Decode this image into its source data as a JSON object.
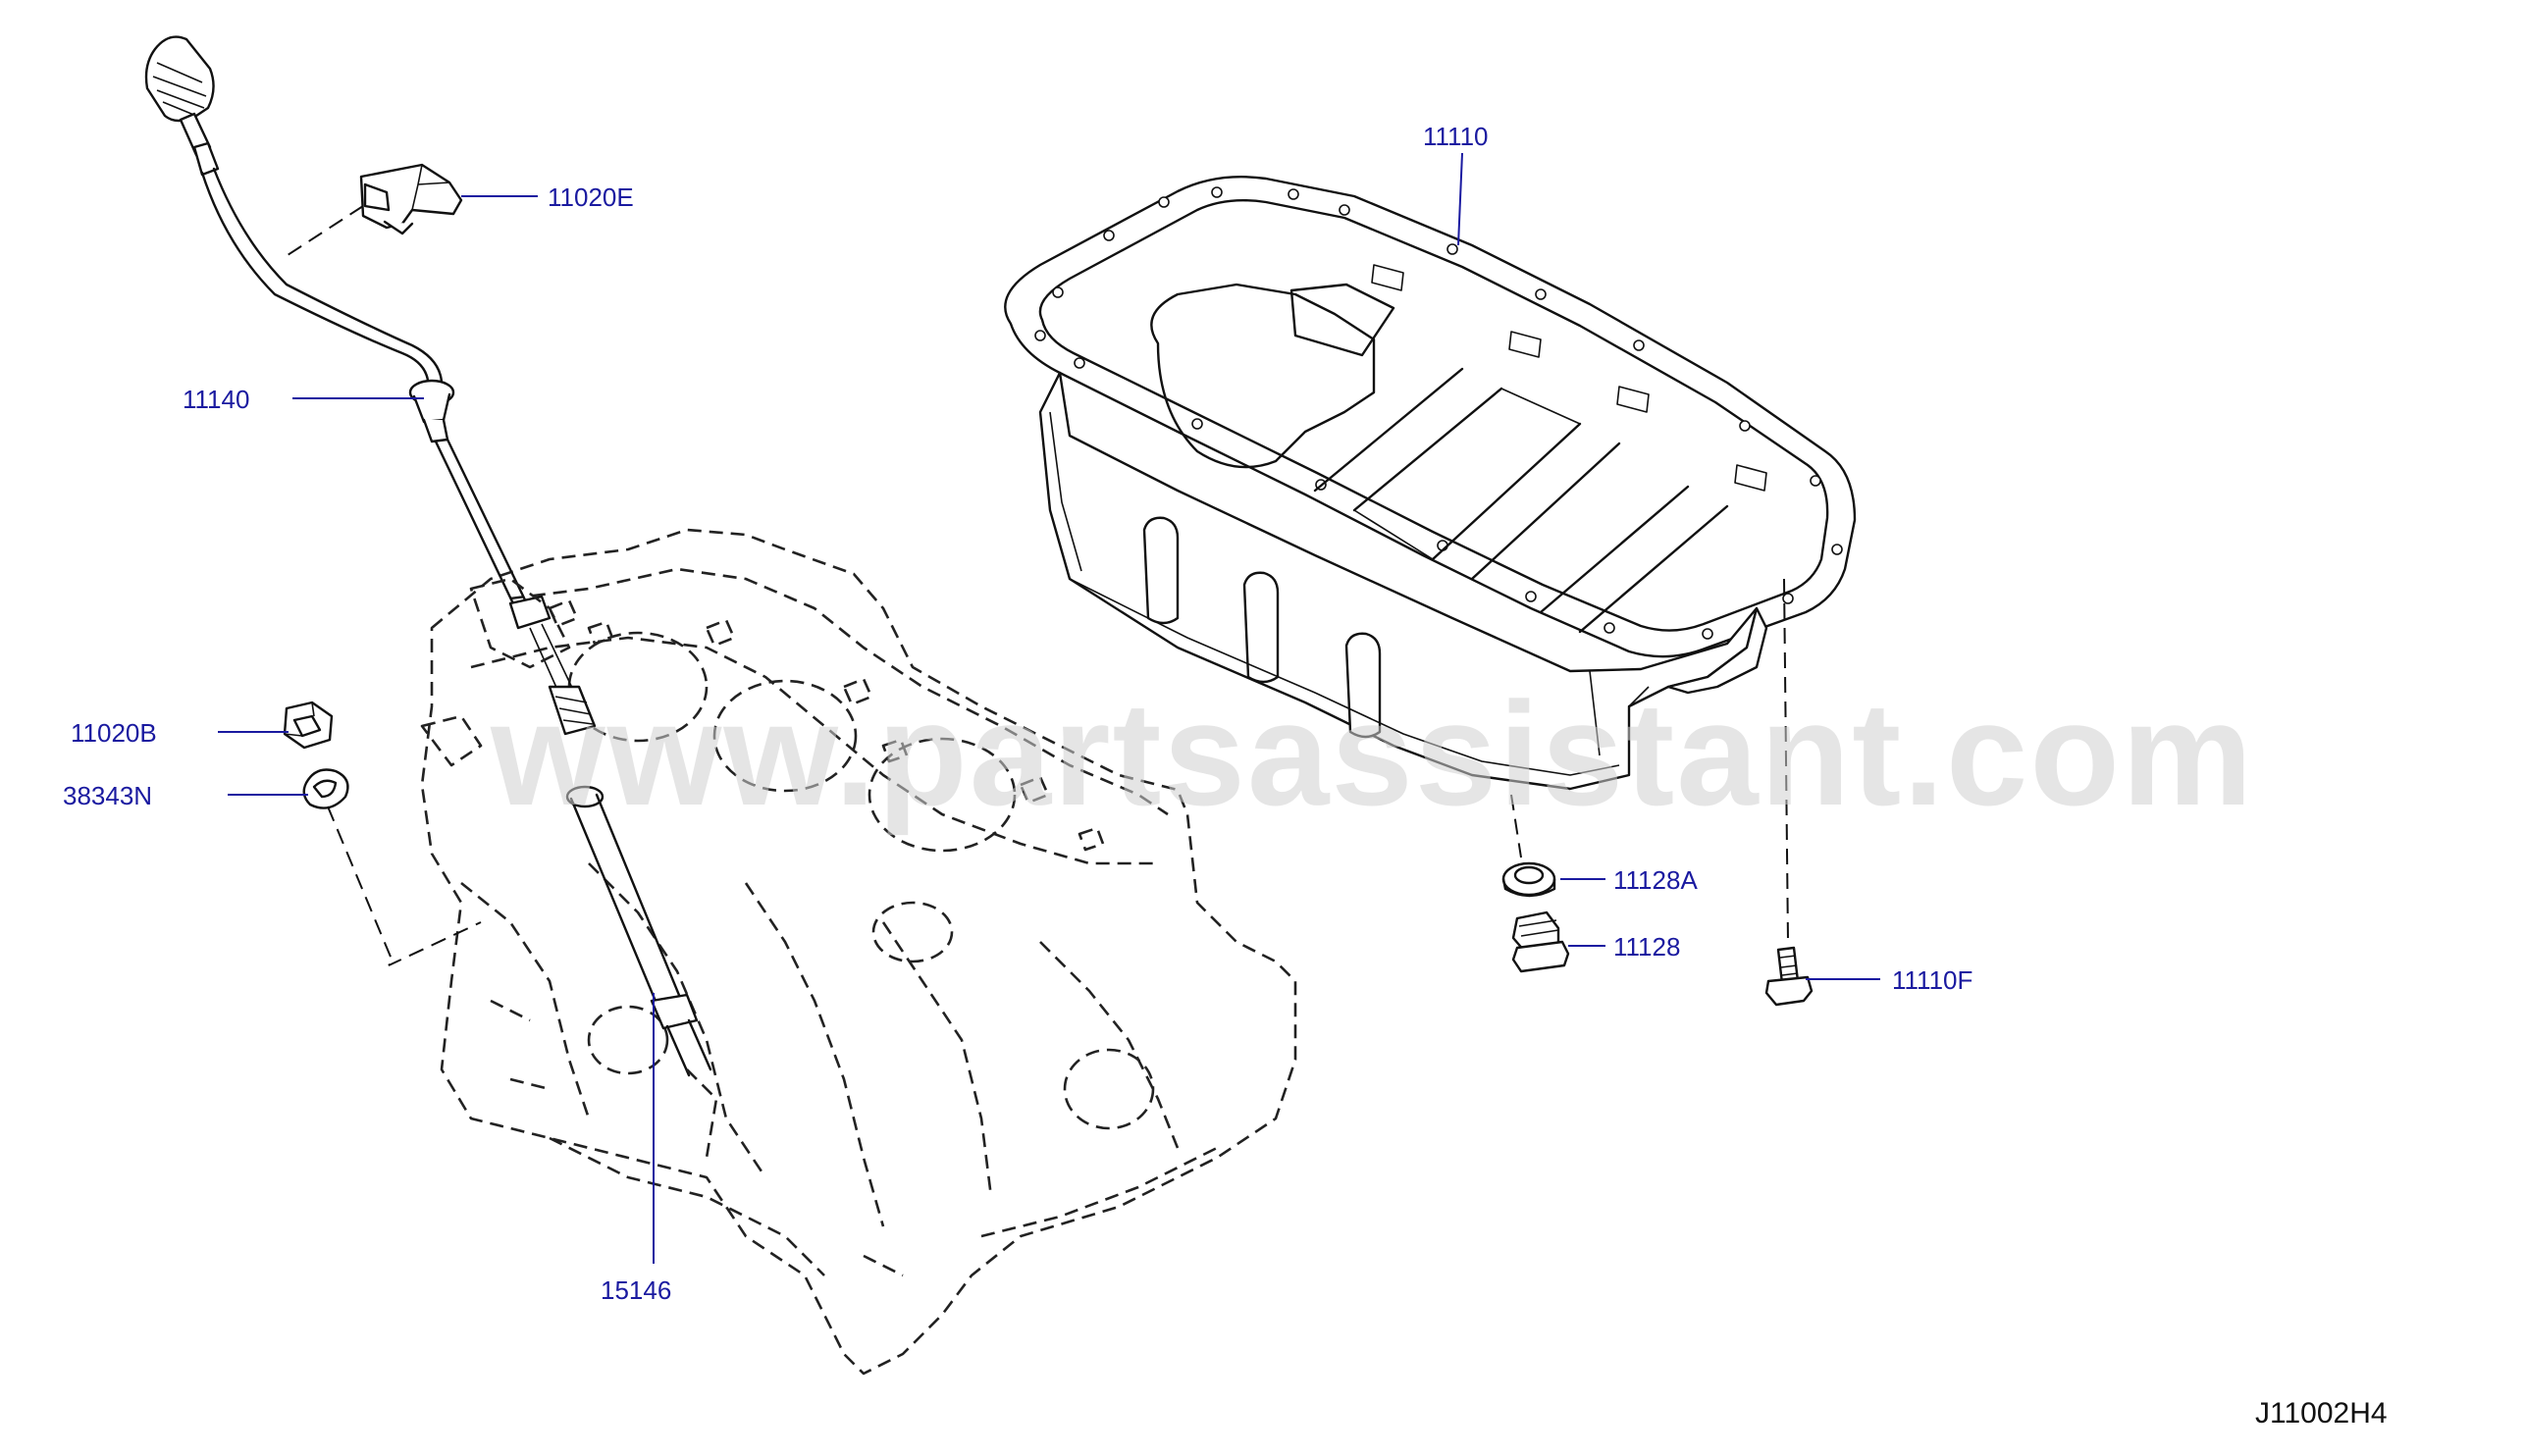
{
  "watermark": "www.partsassistant.com",
  "diagram_code": "J11002H4",
  "parts": {
    "p11020E": "11020E",
    "p11140": "11140",
    "p11020B": "11020B",
    "p38343N": "38343N",
    "p15146": "15146",
    "p11110": "11110",
    "p11128A": "11128A",
    "p11128": "11128",
    "p11110F": "11110F"
  },
  "colors": {
    "label": "#1a1aa0",
    "ink": "#111111",
    "watermark": "#cfcfcf"
  },
  "icons": [
    "dipstick-guide-icon",
    "engine-block-icon",
    "oil-pan-icon",
    "drain-plug-icon",
    "bolt-icon",
    "clip-icon",
    "washer-icon"
  ]
}
